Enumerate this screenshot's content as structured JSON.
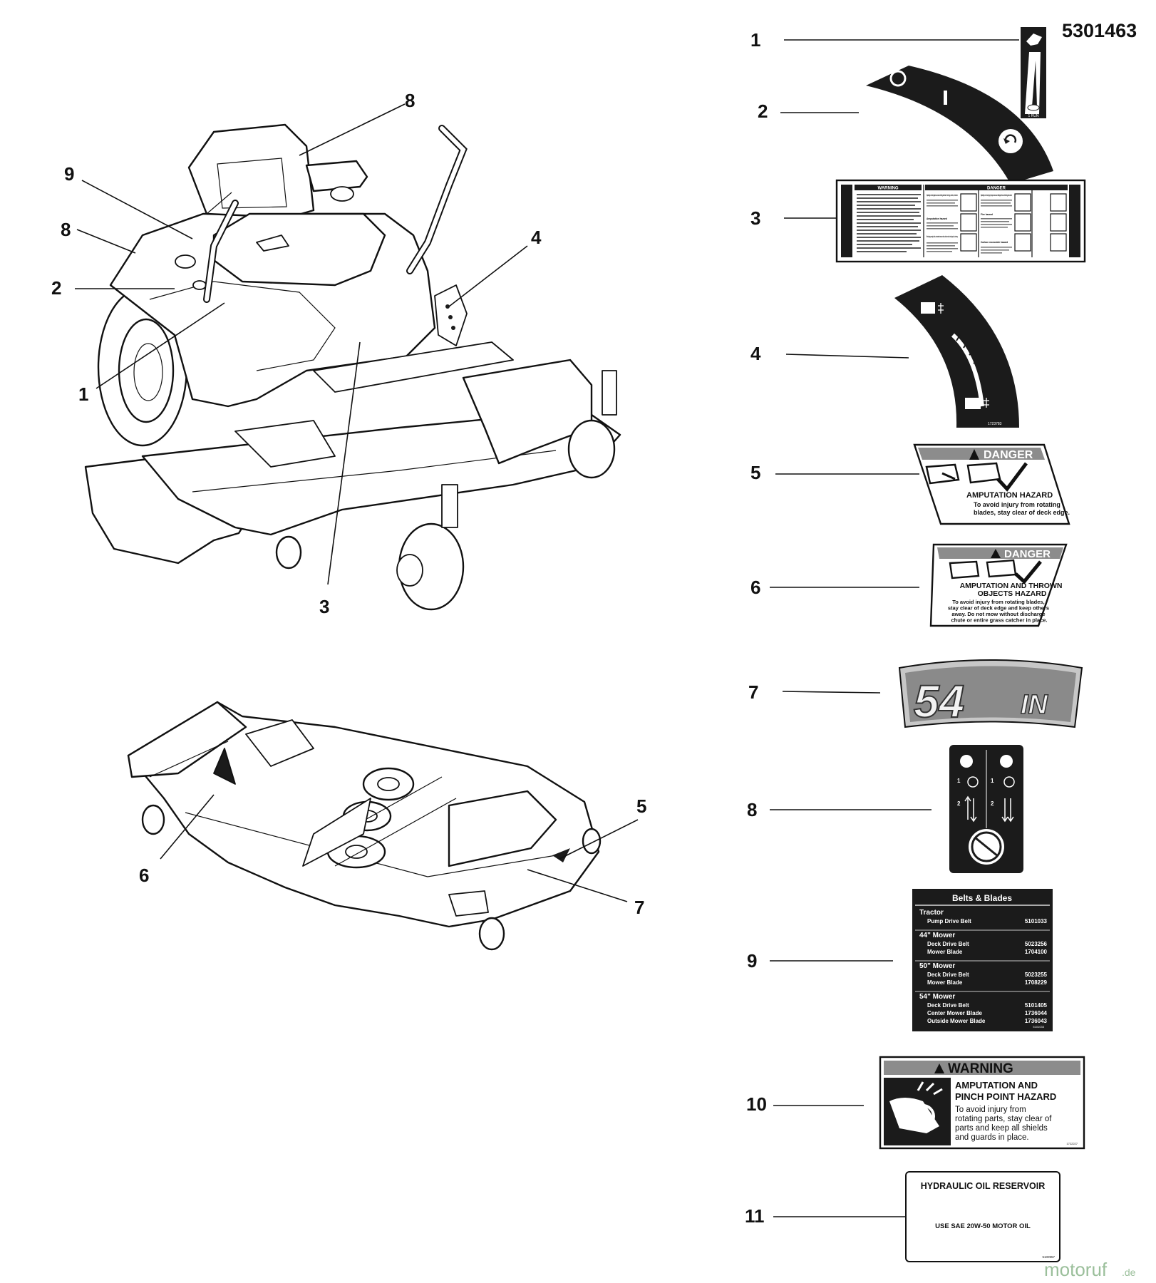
{
  "part_number": "5301463",
  "watermark": {
    "brand": "motoruf",
    "suffix": ".de"
  },
  "callouts": {
    "tractor": [
      "8",
      "9",
      "8",
      "2",
      "4",
      "1",
      "3"
    ],
    "deck": [
      "5",
      "6",
      "7"
    ],
    "decals": [
      "1",
      "2",
      "3",
      "4",
      "5",
      "6",
      "7",
      "8",
      "9",
      "10",
      "11"
    ]
  },
  "decal_1": {
    "bottom_text": "1 RUN"
  },
  "decal_3": {
    "warning_title": "WARNING",
    "danger_title": "DANGER",
    "col2_heading_1": "Operating on steep slopes can cause sliding and loss of steering, control, and rollover.",
    "col2_heading_2": "Amputation hazard",
    "col2_heading_3": "Wheels dropping over edges, ditches, or embankments can cause rollovers, which can result in serious injury, death, or drowning.",
    "col3_heading_1": "Operating on wet or slippery slopes can cause sliding and loss of steering and control.",
    "col3_heading_2": "Fire hazard",
    "col3_heading_3": "Carbon monoxide hazard"
  },
  "decal_4": {
    "code": "1723783"
  },
  "decal_5": {
    "title": "DANGER",
    "heading": "AMPUTATION HAZARD",
    "body": [
      "To avoid injury from rotating",
      "blades, stay clear of deck edge."
    ]
  },
  "decal_6": {
    "title": "DANGER",
    "heading": [
      "AMPUTATION AND THROWN",
      "OBJECTS HAZARD"
    ],
    "body": [
      "To avoid injury from rotating blades,",
      "stay clear of deck edge and keep others",
      "away.  Do not mow without discharge",
      "chute or entire grass catcher in place."
    ]
  },
  "decal_7": {
    "number": "54",
    "unit": "IN"
  },
  "decal_8": {
    "steps": [
      "1",
      "1",
      "2",
      "2"
    ]
  },
  "decal_9": {
    "title": "Belts & Blades",
    "code": "5101033",
    "rows": [
      {
        "kind": "section",
        "label": "Tractor"
      },
      {
        "kind": "item",
        "label": "Pump Drive Belt",
        "part": "5101033"
      },
      {
        "kind": "section",
        "label": "44\" Mower"
      },
      {
        "kind": "item",
        "label": "Deck Drive Belt",
        "part": "5023256"
      },
      {
        "kind": "item",
        "label": "Mower Blade",
        "part": "1704100"
      },
      {
        "kind": "section",
        "label": "50\" Mower"
      },
      {
        "kind": "item",
        "label": "Deck Drive Belt",
        "part": "5023255"
      },
      {
        "kind": "item",
        "label": "Mower Blade",
        "part": "1708229"
      },
      {
        "kind": "section",
        "label": "54\" Mower"
      },
      {
        "kind": "item",
        "label": "Deck Drive Belt",
        "part": "5101405"
      },
      {
        "kind": "item",
        "label": "Center Mower Blade",
        "part": "1736044"
      },
      {
        "kind": "item",
        "label": "Outside Mower Blade",
        "part": "1736043"
      }
    ]
  },
  "decal_10": {
    "title": "WARNING",
    "heading": [
      "AMPUTATION AND",
      "PINCH POINT HAZARD"
    ],
    "body": [
      "To avoid injury from",
      "rotating parts, stay clear of",
      "parts and keep all shields",
      "and guards in place."
    ],
    "code": "1722227"
  },
  "decal_11": {
    "title": "HYDRAULIC OIL RESERVOIR",
    "body": "USE SAE 20W-50 MOTOR OIL",
    "code": "5100957"
  }
}
